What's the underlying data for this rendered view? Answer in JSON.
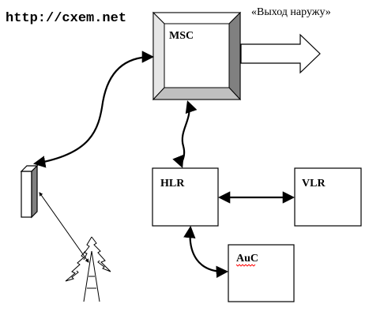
{
  "watermark": "http://cxem.net",
  "outside_label": "«Выход наружу»",
  "nodes": {
    "msc": "MSC",
    "hlr": "HLR",
    "vlr": "VLR",
    "auc": "AuC"
  },
  "colors": {
    "line": "#000000",
    "bevel_light": "#ffffff",
    "bevel_mid": "#c0c0c0",
    "bevel_dark": "#808080",
    "spellcheck": "#ff0000"
  }
}
